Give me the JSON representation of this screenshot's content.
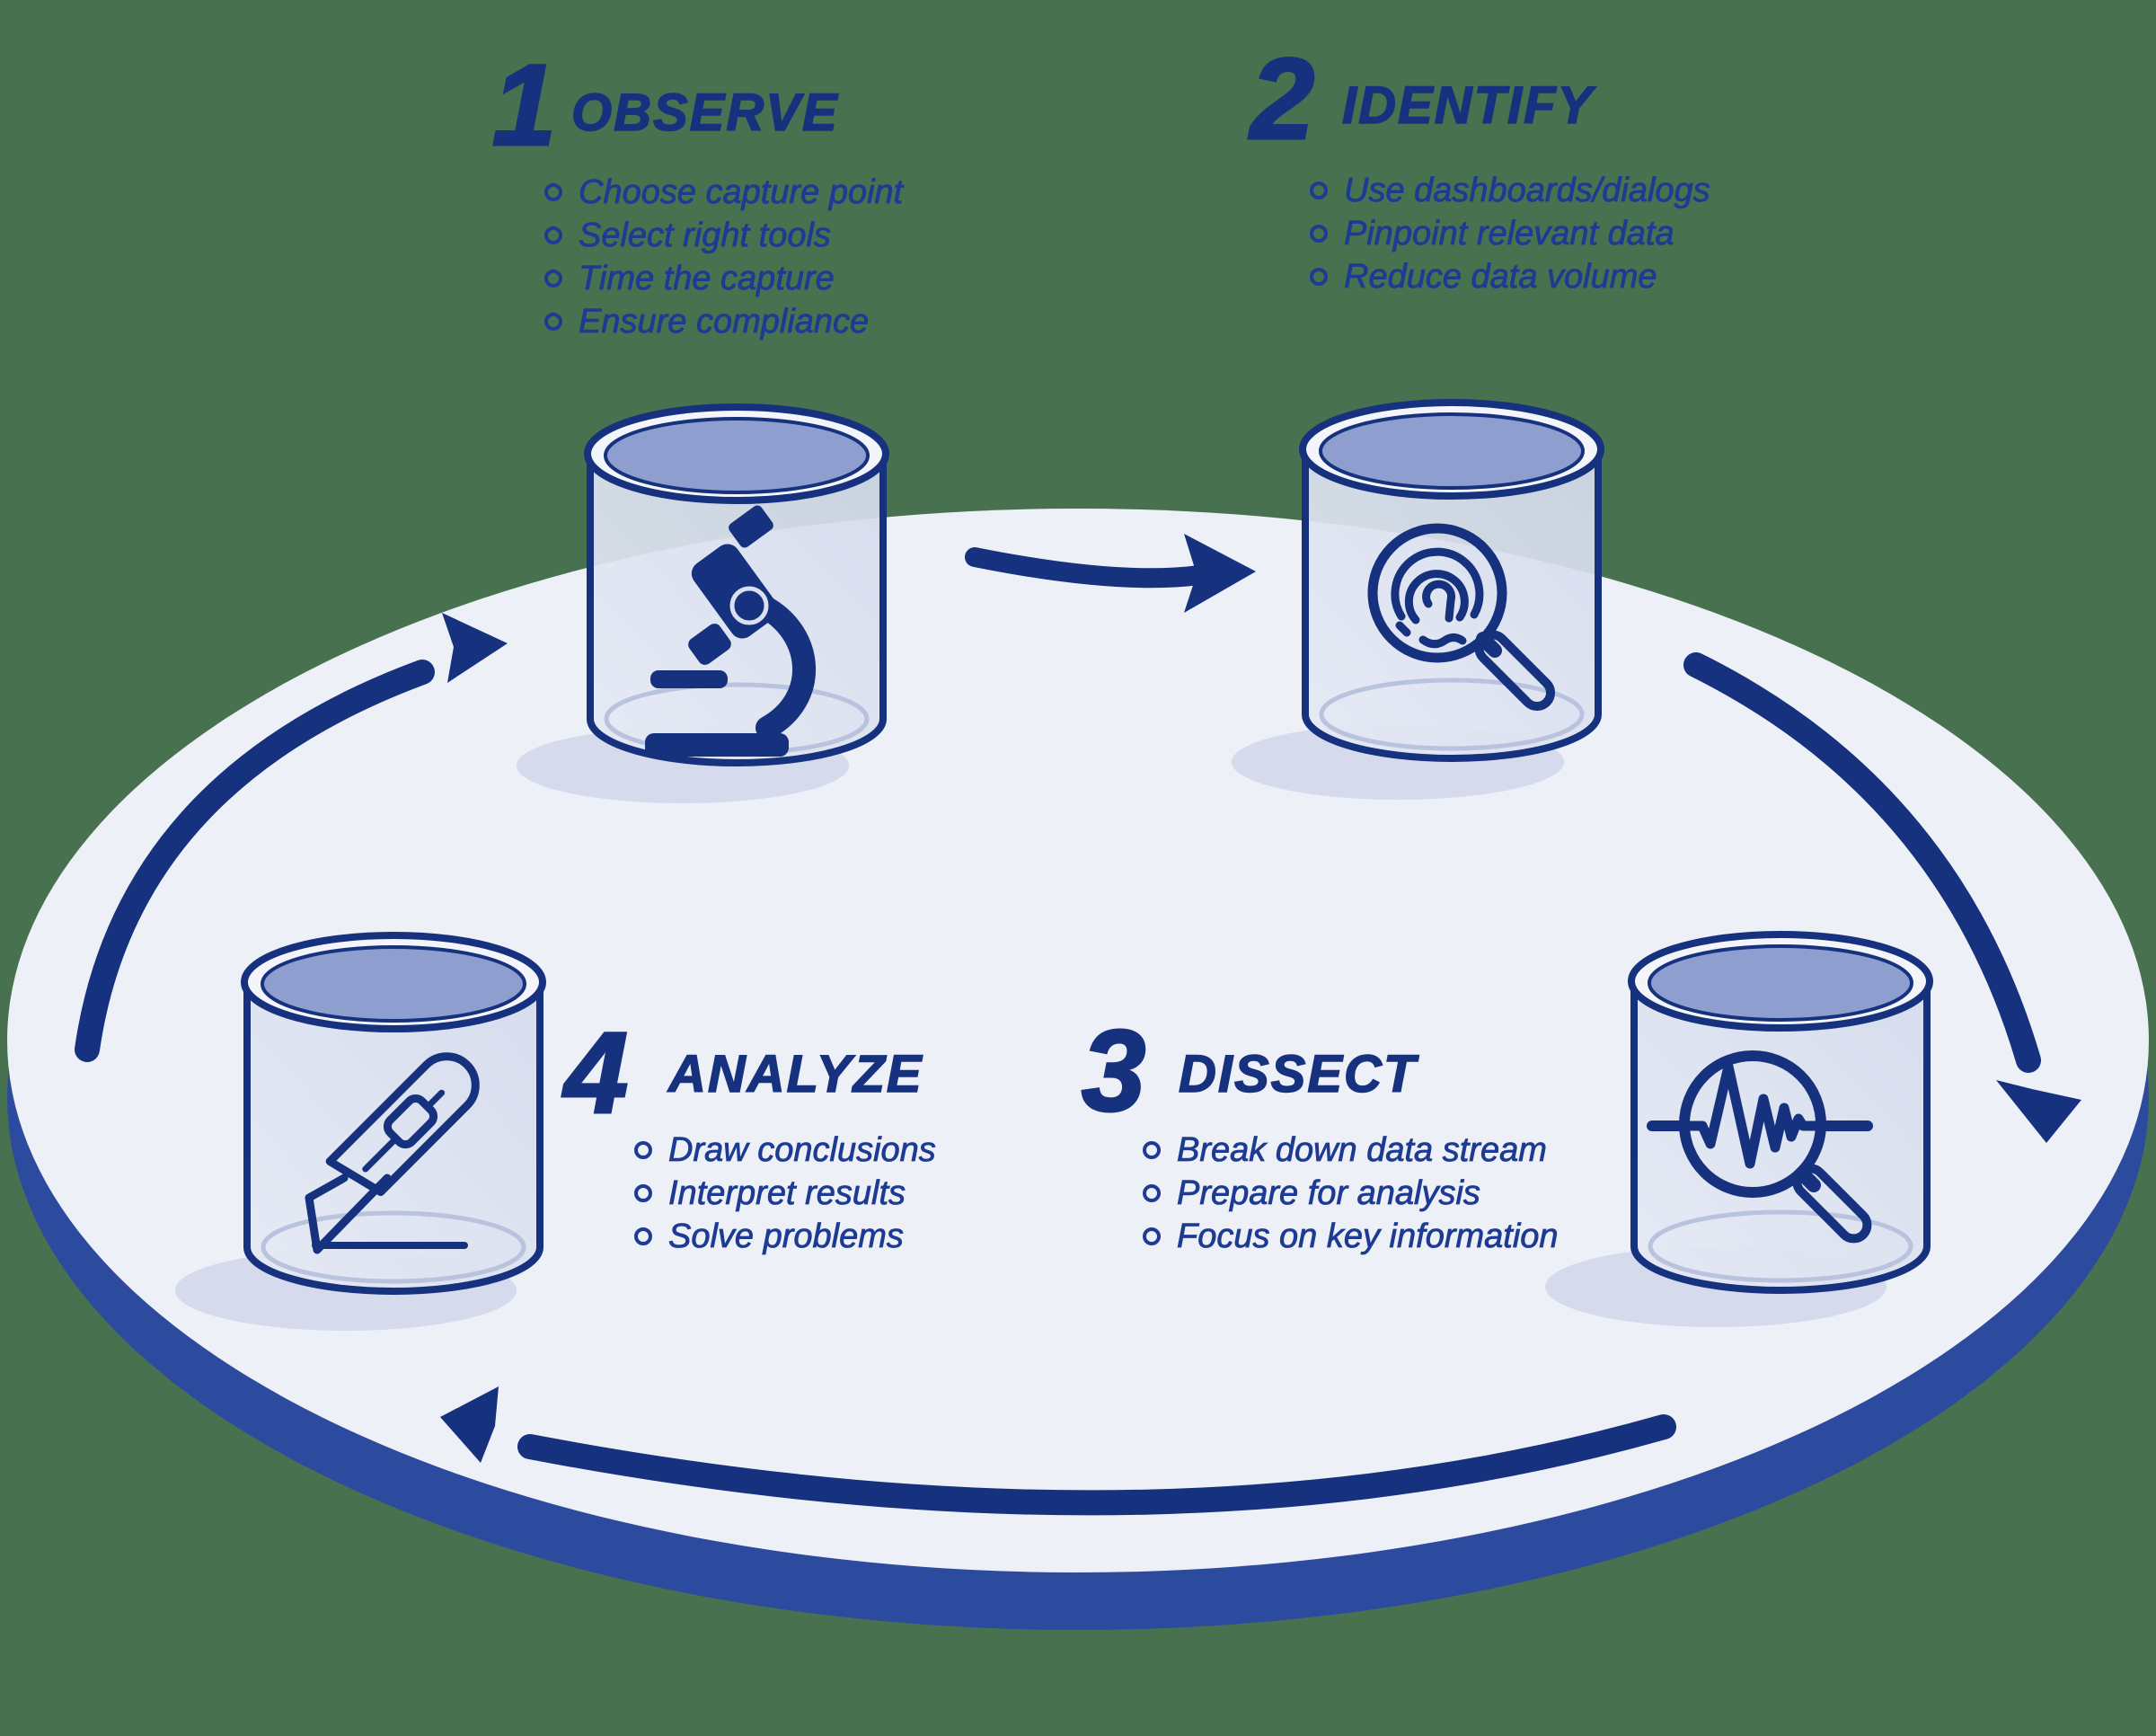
{
  "background_color": "#48714f",
  "palette": {
    "navy": "#16317d",
    "bullet_text": "#1d3b92",
    "platform_top": "#eef0f7",
    "platform_rim": "#2d4b9e",
    "cylinder_body": "#dde2f0",
    "cylinder_top": "#8d9ecf",
    "shadow": "#d5dbec"
  },
  "steps": [
    {
      "number": "1",
      "label": "OBSERVE",
      "icon": "microscope-icon",
      "bullets": [
        "Choose capture point",
        "Select right tools",
        "Time the capture",
        "Ensure compliance"
      ]
    },
    {
      "number": "2",
      "label": "IDENTIFY",
      "icon": "fingerprint-magnifier-icon",
      "bullets": [
        "Use dashboards/dialogs",
        "Pinpoint relevant data",
        "Reduce data volume"
      ]
    },
    {
      "number": "3",
      "label": "DISSECT",
      "icon": "waveform-magnifier-icon",
      "bullets": [
        "Break down data stream",
        "Prepare for analysis",
        "Focus on key information"
      ]
    },
    {
      "number": "4",
      "label": "ANALYZE",
      "icon": "utility-knife-icon",
      "bullets": [
        "Draw conclusions",
        "Interpret results",
        "Solve problems"
      ]
    }
  ],
  "cycle_arrows": [
    "observe-to-identify",
    "identify-to-dissect",
    "dissect-to-analyze",
    "analyze-to-observe"
  ]
}
